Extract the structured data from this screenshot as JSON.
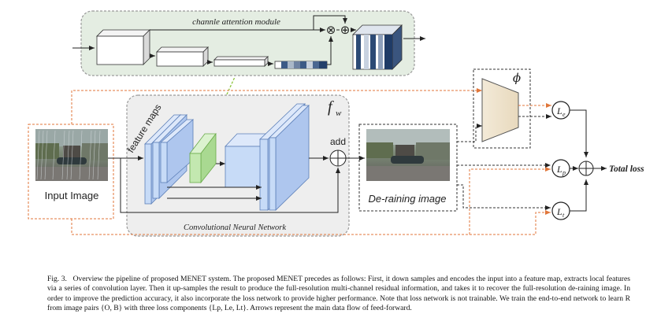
{
  "diagram": {
    "attention_module_label": "channle attention module",
    "feature_maps_label": "feature maps",
    "network_symbol": "f",
    "network_symbol_sub": "w",
    "add_label": "add",
    "input_label": "Input Image",
    "output_label": "De-raining image",
    "cnn_label": "Convolutional Neural Network",
    "loss_symbol": "ϕ",
    "loss_e": "L",
    "loss_e_sub": "e",
    "loss_p": "L",
    "loss_p_sub": "p",
    "loss_t": "L",
    "loss_t_sub": "t",
    "total_loss_label": "Total loss",
    "multiply_symbol": "⊗",
    "plus_symbol": "⊕",
    "colors": {
      "attention_bg": "#e4ede2",
      "cnn_bg": "#eeeeee",
      "blue_block": "#c7dbf7",
      "green_block": "#c3e8b0",
      "orange_dashed": "#e0763a",
      "green_dashed": "#8cc43c"
    }
  },
  "caption": {
    "fig_label": "Fig. 3.",
    "text": "Overview the pipeline of proposed MENET system. The proposed MENET precedes as follows: First, it down samples and encodes the input into a feature map, extracts local features via a series of convolution layer. Then it up-samples the result to produce the full-resolution multi-channel residual information, and takes it to recover the full-resolution de-raining image. In order to improve the prediction accuracy, it also incorporate the loss network to provide higher performance. Note that loss network is not trainable. We train the end-to-end network to learn R from image pairs {O, B} with three loss components {Lp, Le, Lt}. Arrows represent the main data flow of feed-forward."
  }
}
